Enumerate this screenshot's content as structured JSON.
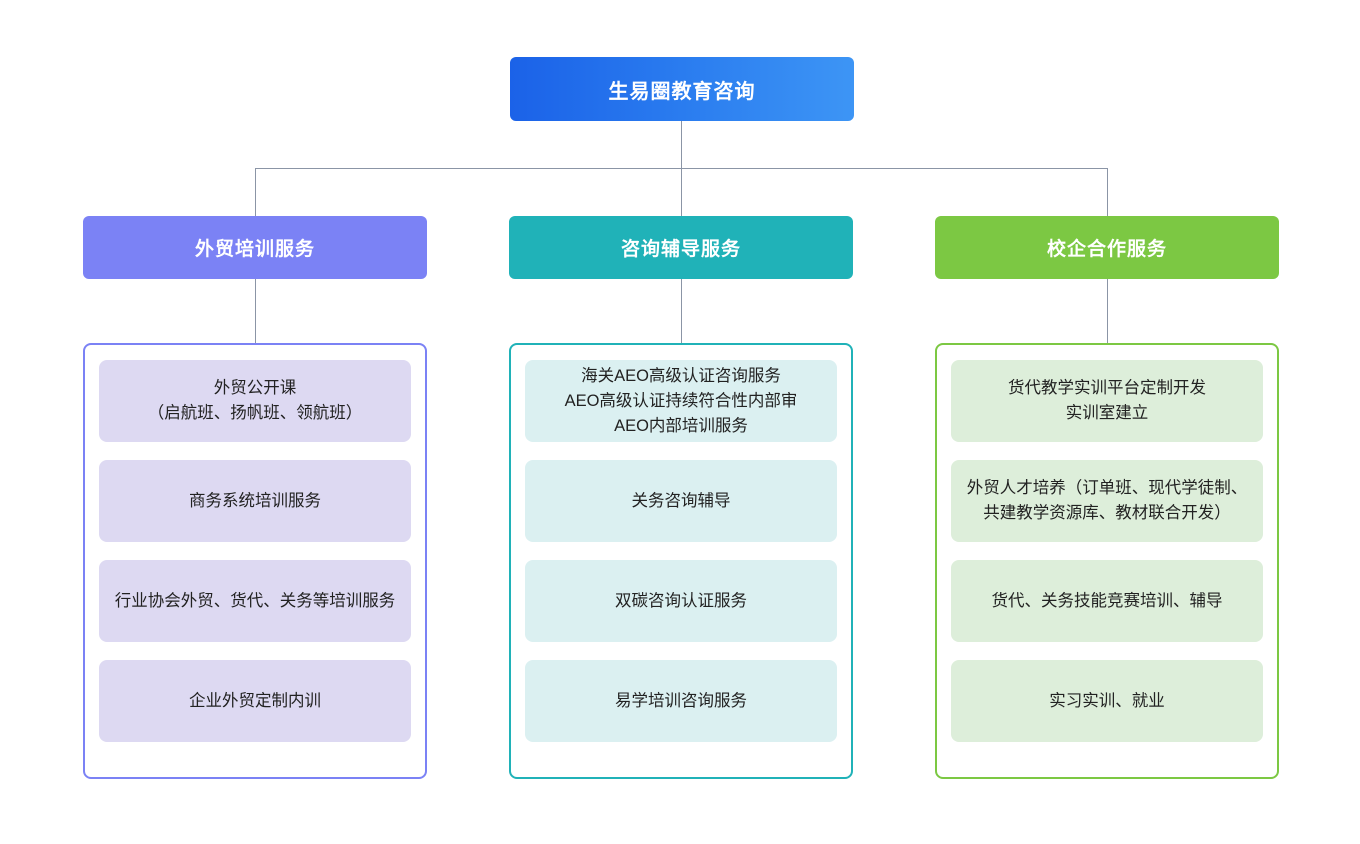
{
  "diagram": {
    "type": "organizational-tree",
    "root": {
      "label": "生易圈教育咨询",
      "color": "#1b62e8",
      "color_end": "#3d95f5"
    },
    "branches": [
      {
        "label": "外贸培训服务",
        "color": "#7b82f5",
        "item_fill": "#ddd9f2",
        "items": [
          {
            "text": "外贸公开课\n（启航班、扬帆班、领航班）"
          },
          {
            "text": "商务系统培训服务"
          },
          {
            "text": "行业协会外贸、货代、关务等培训服务"
          },
          {
            "text": "企业外贸定制内训"
          }
        ]
      },
      {
        "label": "咨询辅导服务",
        "color": "#20b2b8",
        "item_fill": "#dbf0f1",
        "items": [
          {
            "text": "海关AEO高级认证咨询服务\nAEO高级认证持续符合性内部审\nAEO内部培训服务"
          },
          {
            "text": "关务咨询辅导"
          },
          {
            "text": "双碳咨询认证服务"
          },
          {
            "text": "易学培训咨询服务"
          }
        ]
      },
      {
        "label": "校企合作服务",
        "color": "#7cc843",
        "item_fill": "#ddeeda",
        "items": [
          {
            "text": "货代教学实训平台定制开发\n实训室建立"
          },
          {
            "text": "外贸人才培养（订单班、现代学徒制、共建教学资源库、教材联合开发）"
          },
          {
            "text": "货代、关务技能竞赛培训、辅导"
          },
          {
            "text": "实习实训、就业"
          }
        ]
      }
    ],
    "connector_color": "#8b95a6"
  }
}
